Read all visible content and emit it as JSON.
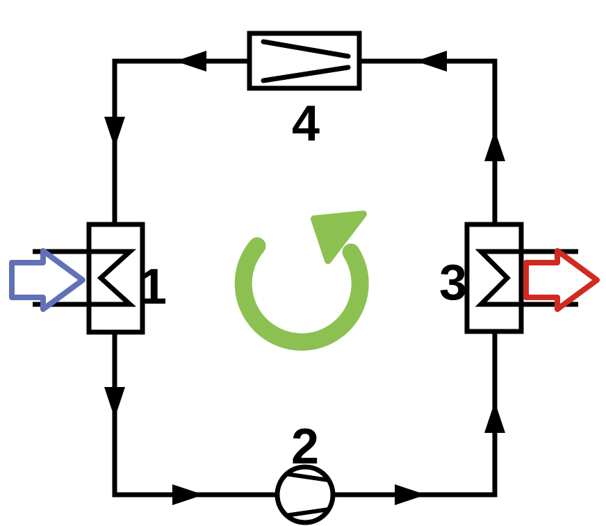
{
  "diagram": {
    "background_color": "#ffffff",
    "line_color": "#000000",
    "flow_direction": "counter-clockwise",
    "components": [
      {
        "label": "1",
        "symbol": "heat-exchanger",
        "position": "left"
      },
      {
        "label": "2",
        "symbol": "compressor",
        "position": "bottom"
      },
      {
        "label": "3",
        "symbol": "heat-exchanger",
        "position": "right"
      },
      {
        "label": "4",
        "symbol": "expansion-device",
        "position": "top"
      }
    ],
    "arrows": {
      "inlet": {
        "name": "inlet-arrow",
        "color": "#6170b8",
        "points": "right"
      },
      "outlet": {
        "name": "outlet-arrow",
        "color": "#d02a21",
        "points": "right"
      },
      "cycle": {
        "name": "cycle-direction-arrow",
        "color": "#8cc152",
        "rotation": "counter-clockwise"
      }
    }
  }
}
